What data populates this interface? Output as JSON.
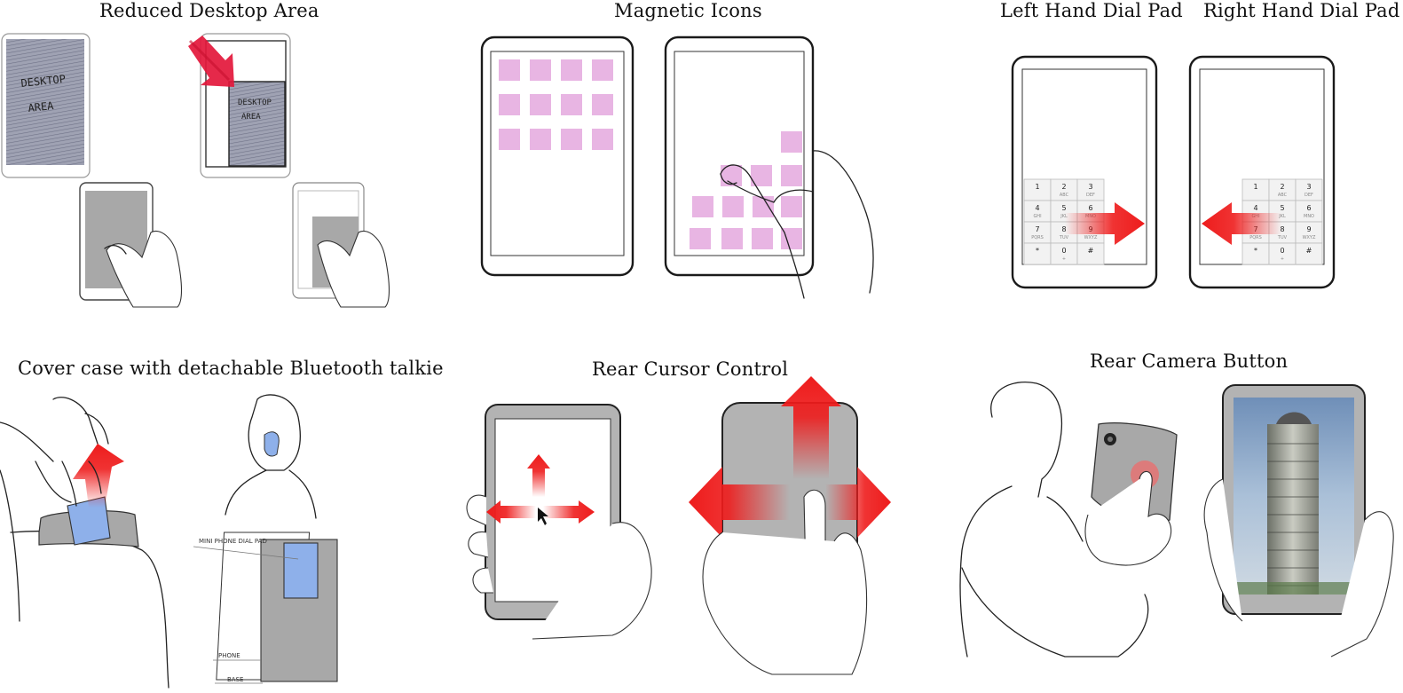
{
  "panels": {
    "reduced_desktop": {
      "title": "Reduced Desktop Area",
      "sketch_label_1": "DESKTOP AREA",
      "sketch_label_2": "DESKTOP AREA"
    },
    "magnetic_icons": {
      "title": "Magnetic Icons"
    },
    "left_dial": {
      "title": "Left Hand Dial Pad"
    },
    "right_dial": {
      "title": "Right Hand Dial Pad"
    },
    "cover_case": {
      "title": "Cover case with detachable Bluetooth talkie",
      "note_dialpad": "MINI PHONE DIAL PAD",
      "note_phone": "PHONE",
      "note_base": "BASE"
    },
    "rear_cursor": {
      "title": "Rear Cursor Control"
    },
    "rear_camera": {
      "title": "Rear Camera Button"
    }
  },
  "dial_pad": {
    "keys": [
      {
        "main": "1",
        "sub": ""
      },
      {
        "main": "2",
        "sub": "ABC"
      },
      {
        "main": "3",
        "sub": "DEF"
      },
      {
        "main": "4",
        "sub": "GHI"
      },
      {
        "main": "5",
        "sub": "JKL"
      },
      {
        "main": "6",
        "sub": "MNO"
      },
      {
        "main": "7",
        "sub": "PQRS"
      },
      {
        "main": "8",
        "sub": "TUV"
      },
      {
        "main": "9",
        "sub": "WXYZ"
      },
      {
        "main": "*",
        "sub": ""
      },
      {
        "main": "0",
        "sub": "+"
      },
      {
        "main": "#",
        "sub": ""
      }
    ]
  },
  "colors": {
    "pink_icon": "#e8b5e3",
    "arrow_red": "#ee1c1c",
    "talkie_blue": "#8eb0ea",
    "device_gray": "#a3a3a3"
  }
}
